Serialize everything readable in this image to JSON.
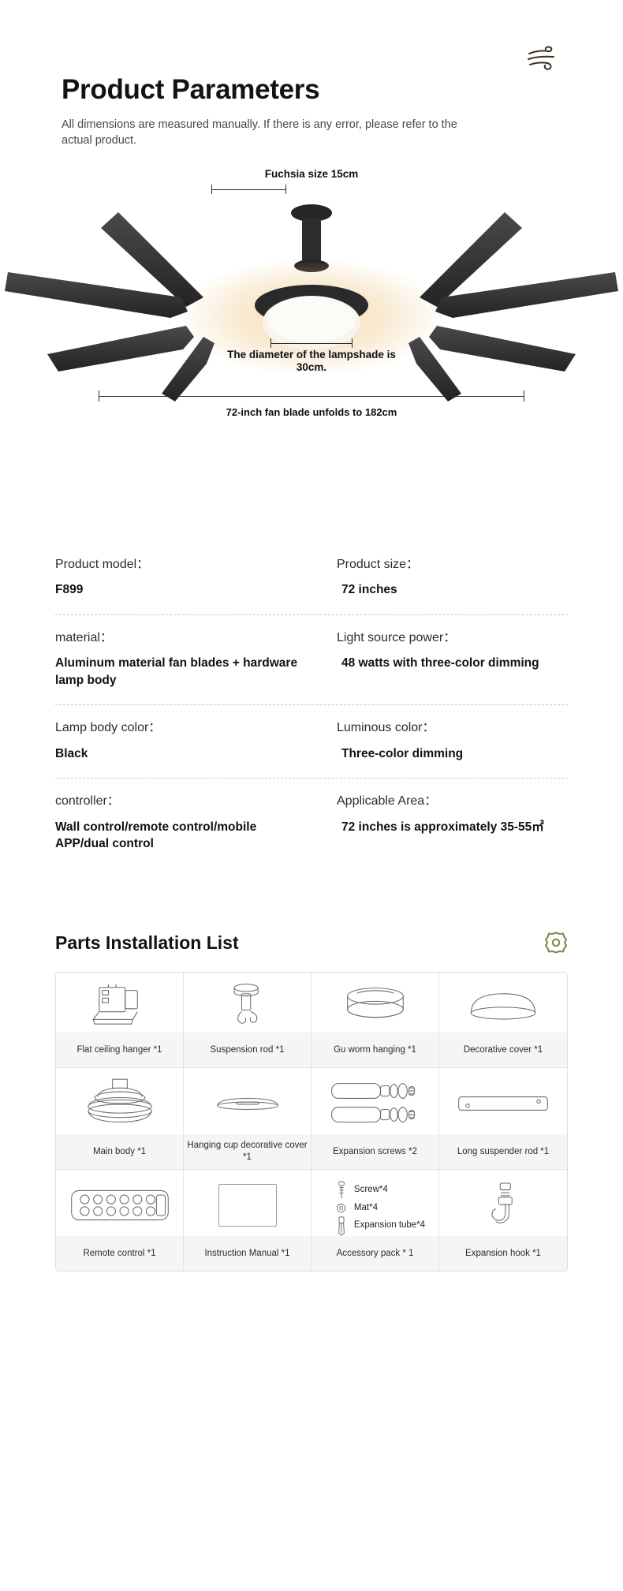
{
  "header": {
    "title": "Product Parameters",
    "subtitle": "All dimensions are measured manually. If there is any error, please refer to the actual product.",
    "icon": "wind-icon"
  },
  "diagram": {
    "top_dimension": "Fuchsia size 15cm",
    "shade_dimension": "The diameter of the lampshade is 30cm.",
    "bottom_dimension": "72-inch fan blade unfolds to 182cm",
    "blade_color": "#3a3a3a",
    "light_color": "#f4efe6"
  },
  "specs": [
    {
      "left": {
        "key": "Product model：",
        "value": "F899"
      },
      "right": {
        "key": "Product size：",
        "value": "72 inches"
      }
    },
    {
      "left": {
        "key": "material：",
        "value": "Aluminum material fan blades + hardware lamp body"
      },
      "right": {
        "key": "Light source power：",
        "value": "48 watts with three-color dimming"
      }
    },
    {
      "left": {
        "key": "Lamp body color：",
        "value": "Black"
      },
      "right": {
        "key": "Luminous color：",
        "value": "Three-color dimming"
      }
    },
    {
      "left": {
        "key": "controller：",
        "value": "Wall control/remote control/mobile APP/dual control"
      },
      "right": {
        "key": "Applicable Area：",
        "value": "72 inches is approximately 35-55㎡"
      }
    }
  ],
  "parts": {
    "title": "Parts Installation List",
    "icon": "gear-icon",
    "icon_color": "#7d8c4c",
    "items": [
      {
        "label": "Flat ceiling hanger *1",
        "art": "flat-ceiling-hanger"
      },
      {
        "label": "Suspension rod *1",
        "art": "suspension-rod"
      },
      {
        "label": "Gu worm hanging *1",
        "art": "gu-worm-hanging"
      },
      {
        "label": "Decorative cover *1",
        "art": "decorative-cover"
      },
      {
        "label": "Main body *1",
        "art": "main-body"
      },
      {
        "label": "Hanging cup decorative cover *1",
        "art": "hanging-cup-decorative-cover"
      },
      {
        "label": "Expansion screws *2",
        "art": "expansion-screws"
      },
      {
        "label": "Long suspender rod *1",
        "art": "long-suspender-rod"
      },
      {
        "label": "Remote control *1",
        "art": "remote-control"
      },
      {
        "label": "Instruction Manual *1",
        "art": "instruction-manual"
      },
      {
        "label": "Accessory pack * 1",
        "art": "accessory-pack"
      },
      {
        "label": "Expansion hook *1",
        "art": "expansion-hook"
      }
    ],
    "accessory_pack": [
      {
        "glyph": "screw-icon",
        "text": "Screw*4"
      },
      {
        "glyph": "mat-icon",
        "text": "Mat*4"
      },
      {
        "glyph": "expansion-tube-icon",
        "text": "Expansion tube*4"
      }
    ]
  }
}
